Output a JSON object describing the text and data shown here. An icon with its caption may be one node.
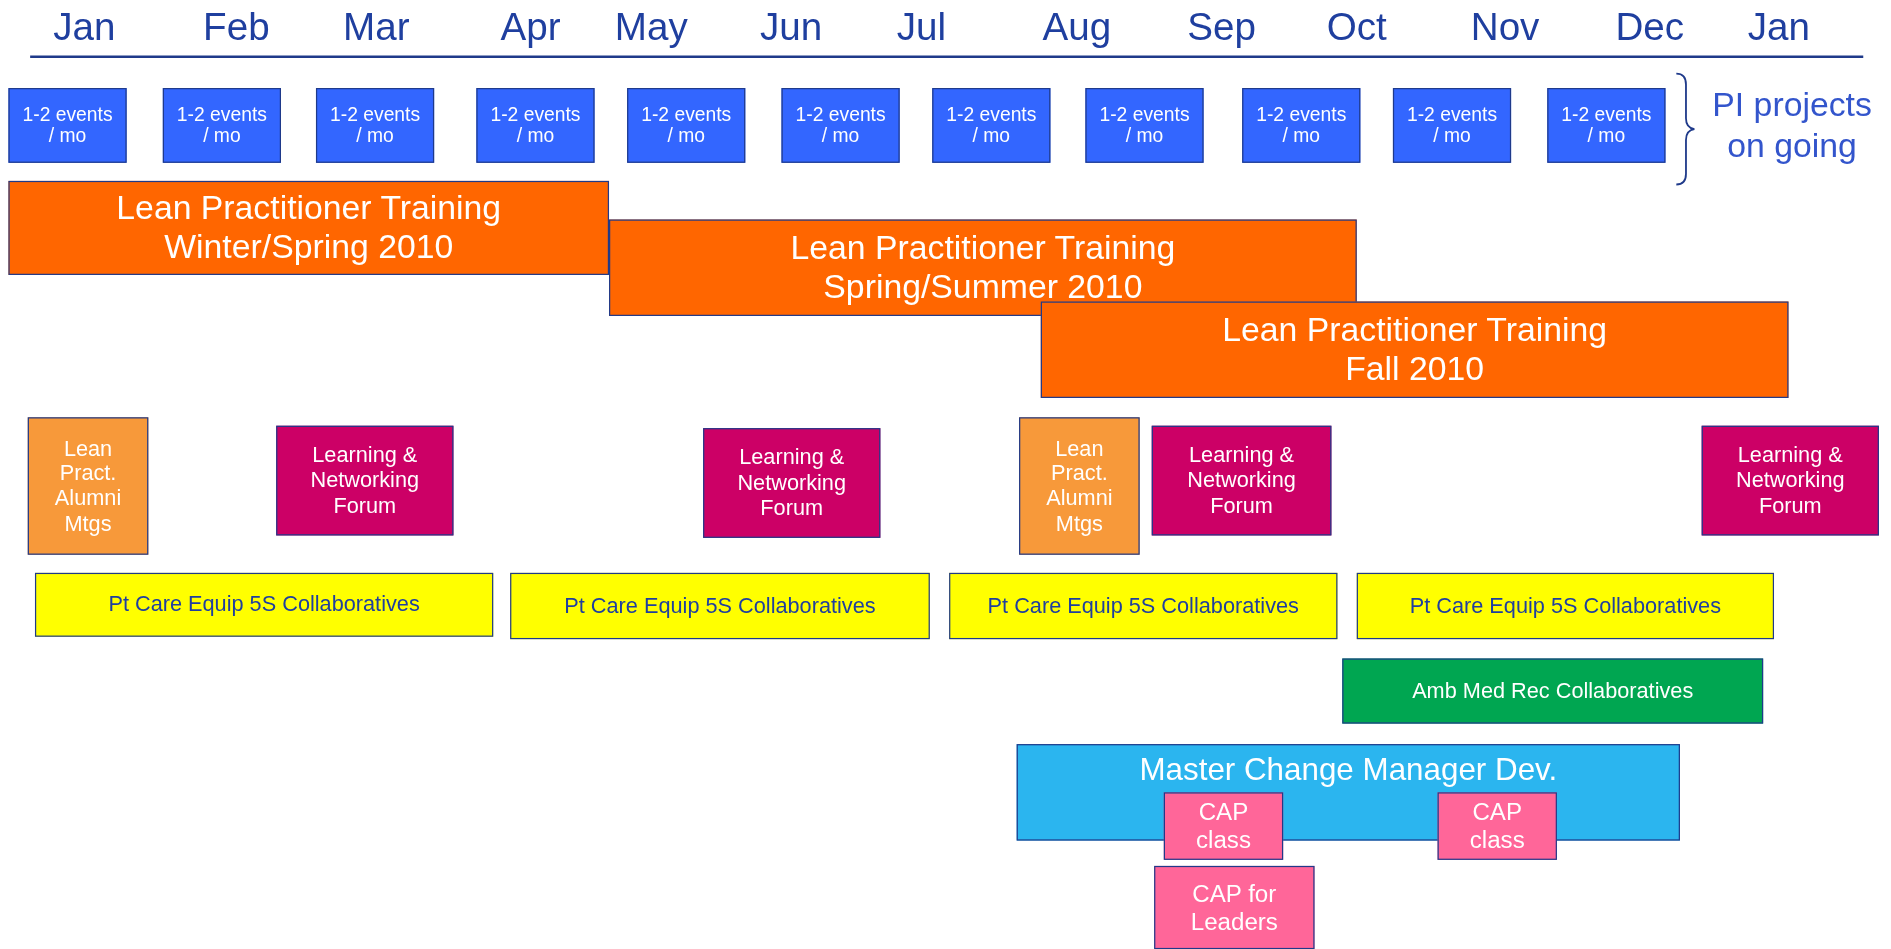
{
  "diagram": {
    "nodes": [
      {
        "text": [
          "1-2 events / mo"
        ]
      },
      {
        "text": [
          "1-2 events / mo"
        ]
      },
      {
        "text": [
          "1-2 events / mo"
        ]
      },
      {
        "text": [
          "1-2 events / mo"
        ]
      },
      {
        "text": [
          "1-2 events / mo"
        ]
      },
      {
        "text": [
          "1-2 events / mo"
        ]
      },
      {
        "text": [
          "1-2 events / mo"
        ]
      },
      {
        "text": [
          "1-2 events / mo"
        ]
      },
      {
        "text": [
          "1-2 events / mo"
        ]
      },
      {
        "text": [
          "1-2 events / mo"
        ]
      },
      {
        "text": [
          "1-2 events / mo"
        ]
      },
      {
        "text": [
          "Lean Practitioner Training Winter/Spring 2010"
        ]
      },
      {
        "text": [
          "Lean Practitioner Training Spring/Summer 2010"
        ]
      },
      {
        "text": [
          "Lean Practitioner Training Fall 2010"
        ]
      },
      {
        "text": [
          "Lean Pract. Alumni Mtgs"
        ]
      },
      {
        "text": [
          "Learning & Networking Forum"
        ]
      },
      {
        "text": [
          "Learning & Networking Forum"
        ]
      },
      {
        "text": [
          "Lean Pract. Alumni Mtgs"
        ]
      },
      {
        "text": [
          "Learning & Networking Forum"
        ]
      },
      {
        "text": [
          "Learning & Networking Forum"
        ]
      },
      {
        "text": [
          "Pt Care Equip 5S Collaboratives"
        ]
      },
      {
        "text": [
          "Pt Care Equip 5S Collaboratives"
        ]
      },
      {
        "text": [
          "Pt Care Equip 5S Collaboratives"
        ]
      },
      {
        "text": [
          "Pt Care Equip 5S Collaboratives"
        ]
      },
      {
        "text": [
          "Amb Med Rec Collaboratives"
        ]
      },
      {
        "text": [
          "Master Change Manager Dev."
        ]
      },
      {
        "text": [
          "CAP class"
        ]
      },
      {
        "text": [
          "CAP class"
        ]
      },
      {
        "text": [
          "CAP for Leaders"
        ]
      }
    ],
    "edges": [],
    "labels": [
      "Jan",
      "Feb",
      "Mar",
      "Apr",
      "May",
      "Jun",
      "Jul",
      "Aug",
      "Sep",
      "Oct",
      "Nov",
      "Dec",
      "Jan",
      "PI projects on going"
    ]
  }
}
